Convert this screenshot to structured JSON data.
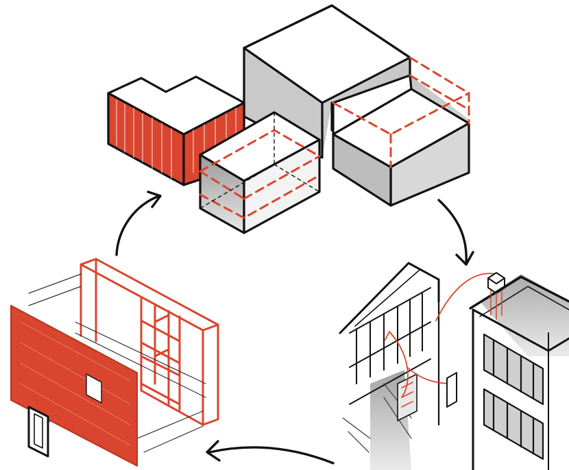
{
  "diagram": {
    "type": "cycle",
    "colors": {
      "ink": "#111111",
      "accent": "#d9452f",
      "shade": "#cfcfcf",
      "shade_dark": "#a9a9a9",
      "paper": "#ffffff"
    },
    "stages": [
      {
        "icon": "massing-blocks-icon"
      },
      {
        "icon": "building-facade-icon"
      },
      {
        "icon": "wall-assembly-icon"
      }
    ],
    "arrows": [
      {
        "from": 0,
        "to": 1,
        "icon": "cycle-arrow-icon"
      },
      {
        "from": 1,
        "to": 2,
        "icon": "cycle-arrow-icon"
      },
      {
        "from": 2,
        "to": 0,
        "icon": "cycle-arrow-icon"
      }
    ]
  }
}
